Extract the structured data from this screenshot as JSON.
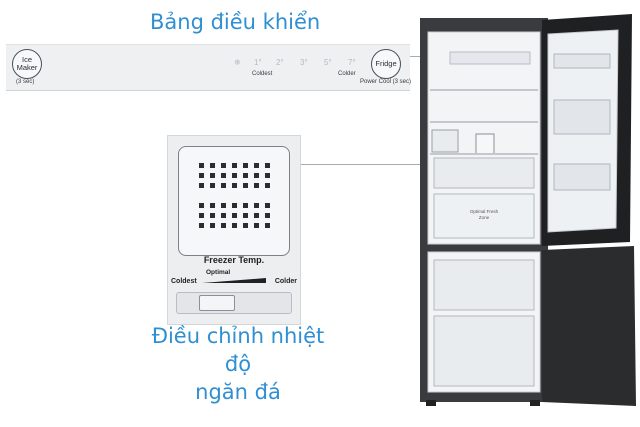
{
  "captions": {
    "control_panel": "Bảng điều khiển",
    "freezer_adjust_line1": "Điều chỉnh nhiệt độ",
    "freezer_adjust_line2": "ngăn đá"
  },
  "control_panel": {
    "ice_maker_label": "Ice Maker",
    "ice_maker_hold": "(3 sec)",
    "fridge_label": "Fridge",
    "power_cool_label": "Power Cool (3 sec)",
    "coldest_label": "Coldest",
    "colder_label": "Colder",
    "temps": [
      "1°",
      "2°",
      "3°",
      "5°",
      "7°"
    ]
  },
  "freezer_panel": {
    "title": "Freezer Temp.",
    "optimal_label": "Optimal",
    "coldest_label": "Coldest",
    "colder_label": "Colder"
  },
  "fridge_image": {
    "drawer_label_line1": "Optimal Fresh",
    "drawer_label_line2": "Zone"
  },
  "colors": {
    "caption_blue": "#2f8fd2",
    "fridge_body": "#2a2a2c",
    "interior": "#f3f5f7"
  }
}
